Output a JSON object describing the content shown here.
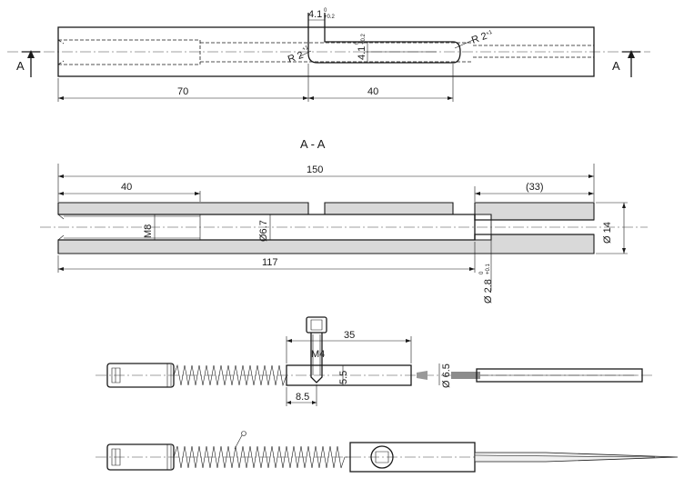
{
  "views": {
    "top": {
      "section_marker": "A",
      "slot_width": "4.1",
      "slot_width_tol_top": "0",
      "slot_width_tol_bottom": "+0.2",
      "slot_height": "4.1",
      "slot_height_tol_top": "0",
      "slot_height_tol_bottom": "+0.2",
      "radius_left": "R 2",
      "radius_left_tol": "+1",
      "radius_right": "R 2",
      "radius_right_tol": "+1",
      "dim_70": "70",
      "dim_40": "40"
    },
    "section": {
      "title": "A - A",
      "overall_length": "150",
      "thread_depth": "40",
      "bore_depth": "(33)",
      "thread": "M8",
      "inner_bore": "Ø6.7",
      "outer_dia": "Ø 14",
      "bore_length": "117",
      "small_bore": "Ø 2.8",
      "small_bore_tol_top": "0",
      "small_bore_tol_bottom": "+0.1"
    },
    "assembly": {
      "slider_length": "35",
      "screw_thread": "M4",
      "screw_height": "5.5",
      "screw_offset": "8.5",
      "rod_dia": "Ø 6.5"
    }
  }
}
